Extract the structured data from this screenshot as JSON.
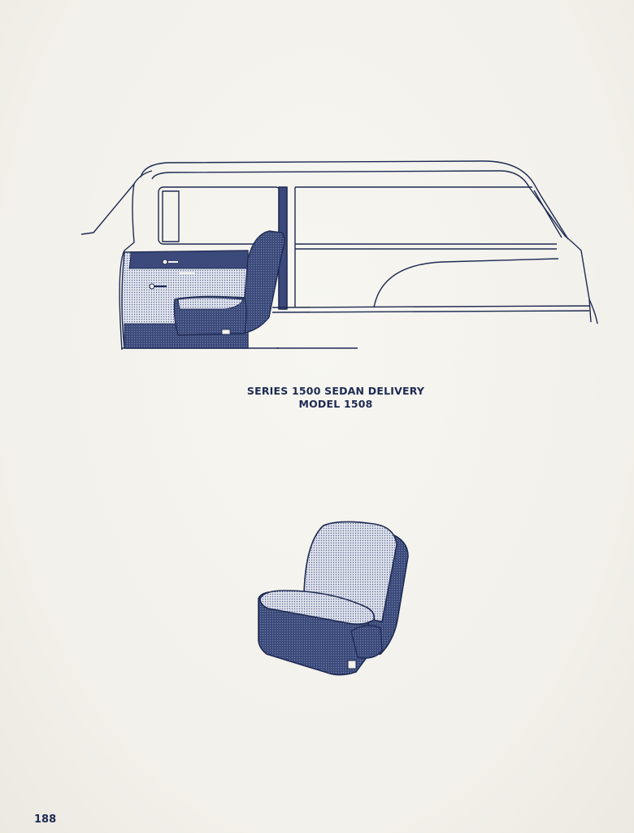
{
  "page": {
    "caption_line_1": "SERIES 1500 SEDAN DELIVERY",
    "caption_line_2": "MODEL 1508",
    "page_number": "188"
  },
  "colors": {
    "ink": "#1e2a52",
    "upholstery_dark": "#3b4a7a",
    "upholstery_light": "#c9cfdf",
    "paper": "#f4f2ec"
  },
  "illustrations": [
    {
      "name": "sedan-delivery-interior",
      "label": ""
    },
    {
      "name": "front-seat",
      "label": ""
    }
  ]
}
